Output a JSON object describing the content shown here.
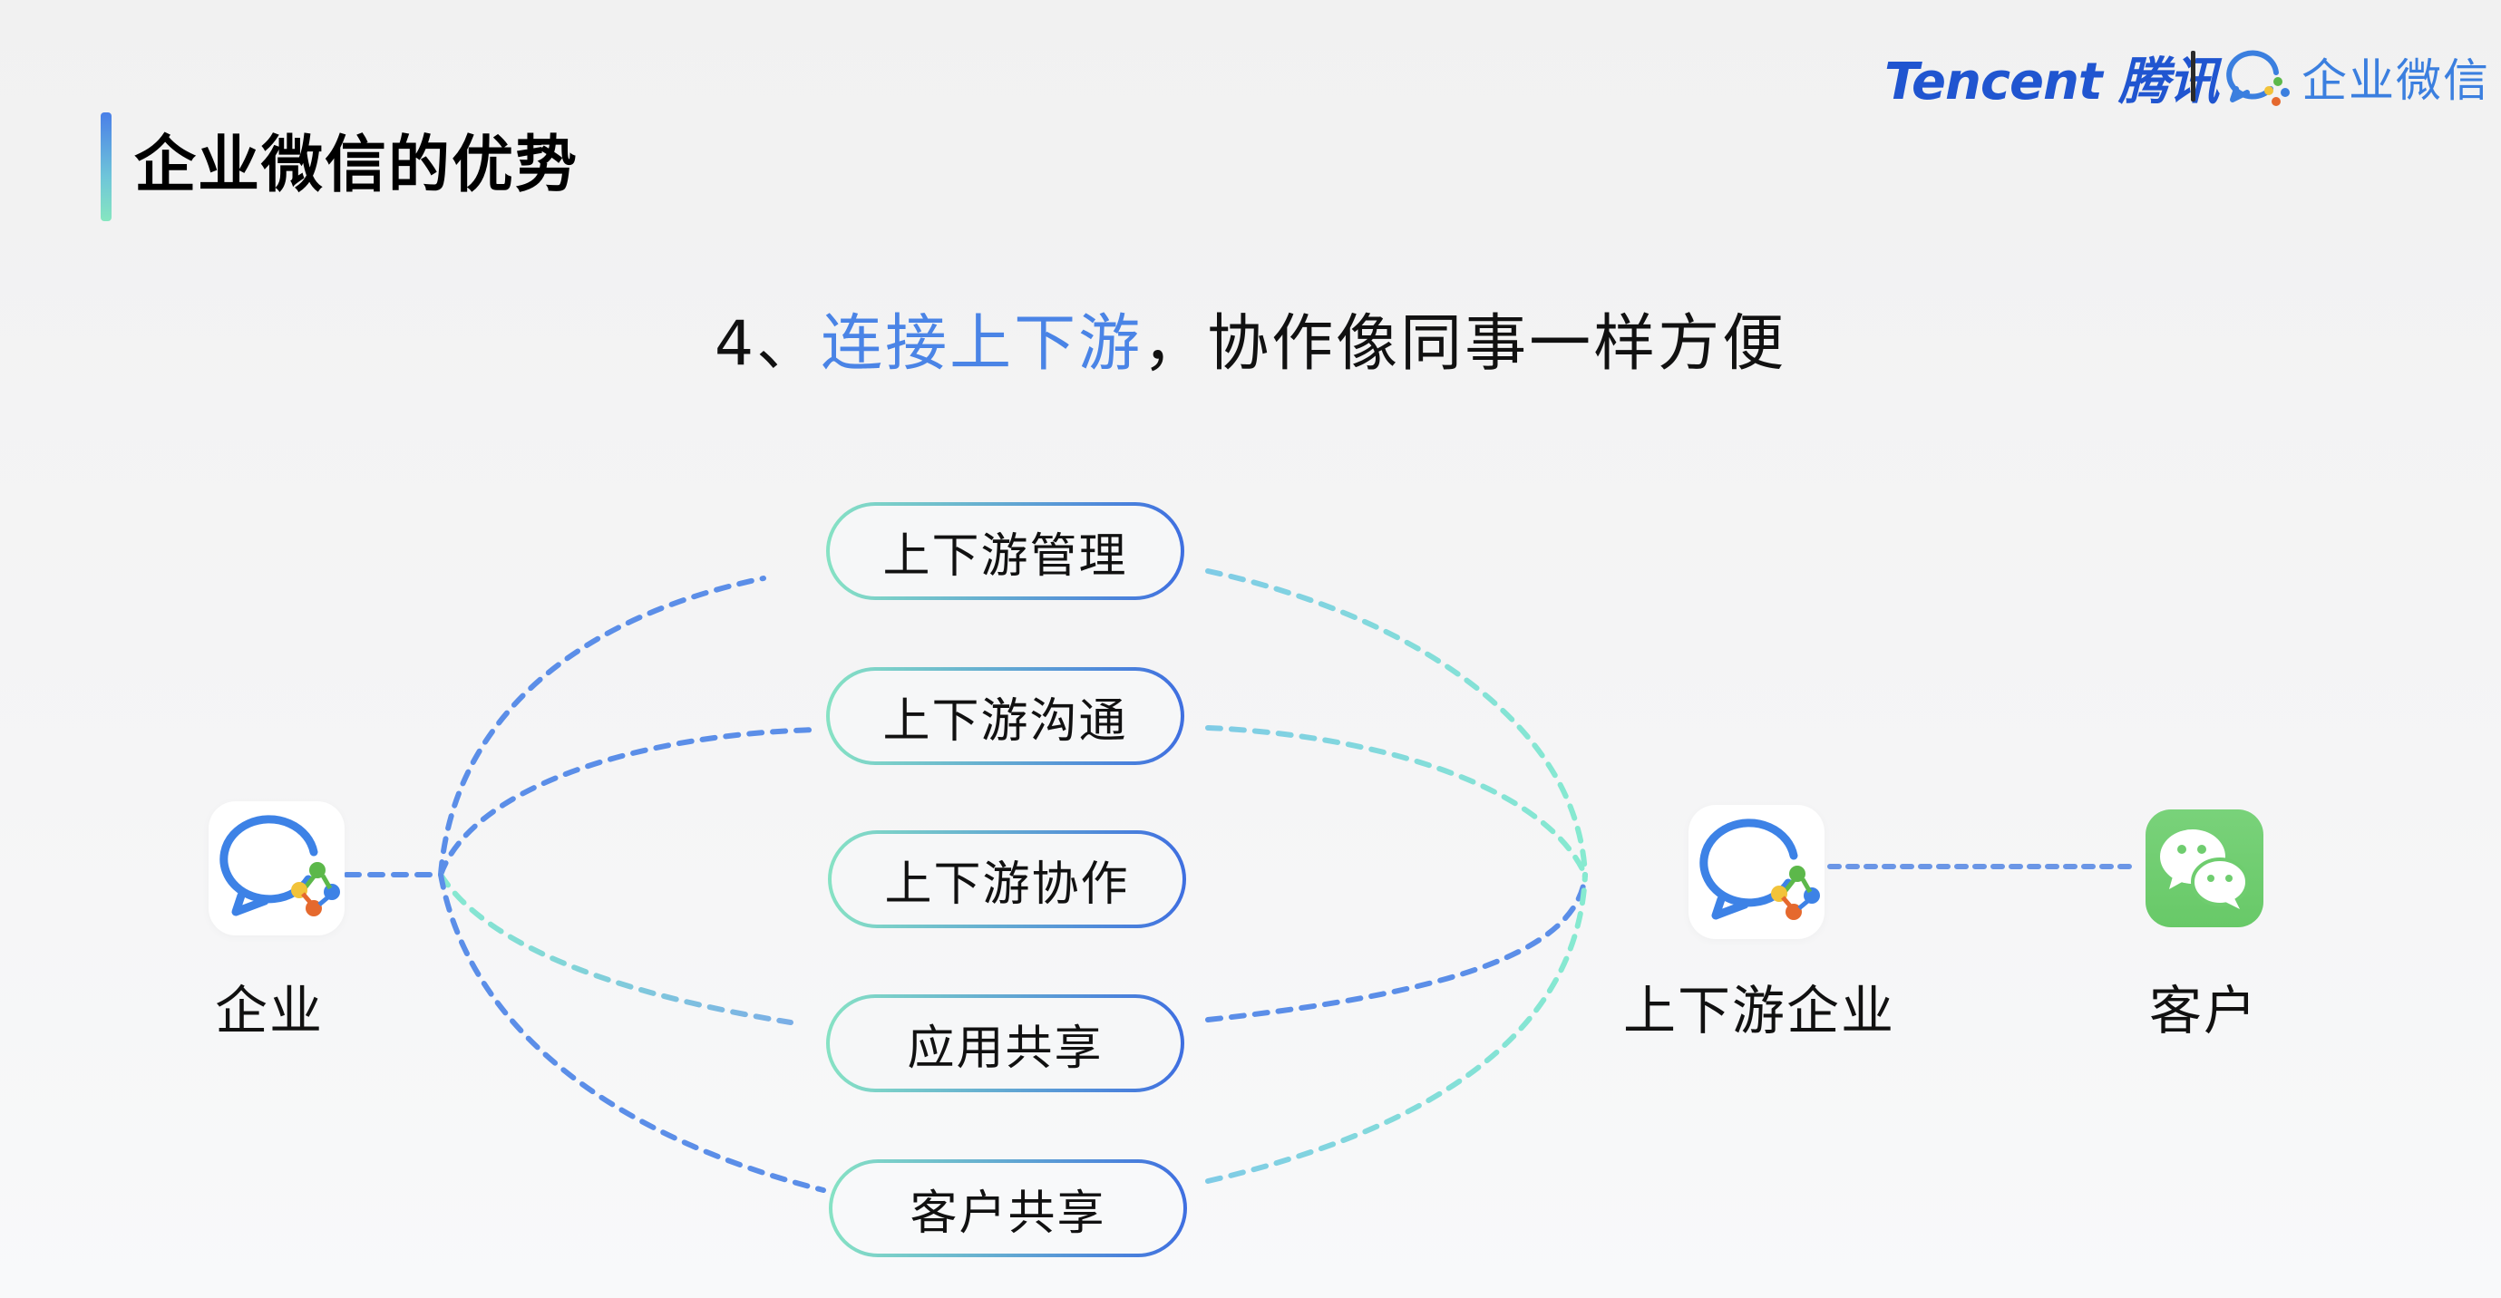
{
  "header": {
    "title": "企业微信的优势",
    "brand_tencent": "Tencent 腾讯",
    "brand_product": "企业微信"
  },
  "subtitle": {
    "prefix": "4、",
    "highlight": "连接上下游",
    "rest": "，协作像同事一样方便"
  },
  "diagram": {
    "left_node": {
      "label": "企业",
      "icon": "wecom-app-icon"
    },
    "features": [
      {
        "label": "上下游管理"
      },
      {
        "label": "上下游沟通"
      },
      {
        "label": "上下游协作"
      },
      {
        "label": "应用共享"
      },
      {
        "label": "客户共享"
      }
    ],
    "right_node": {
      "label": "上下游企业",
      "icon": "wecom-app-icon"
    },
    "end_node": {
      "label": "客户",
      "icon": "wechat-app-icon"
    }
  },
  "colors": {
    "accent_blue": "#4a84e6",
    "accent_teal": "#7fe3c8",
    "tencent_blue": "#2055d0",
    "wechat_green": "#6fcd6f"
  }
}
